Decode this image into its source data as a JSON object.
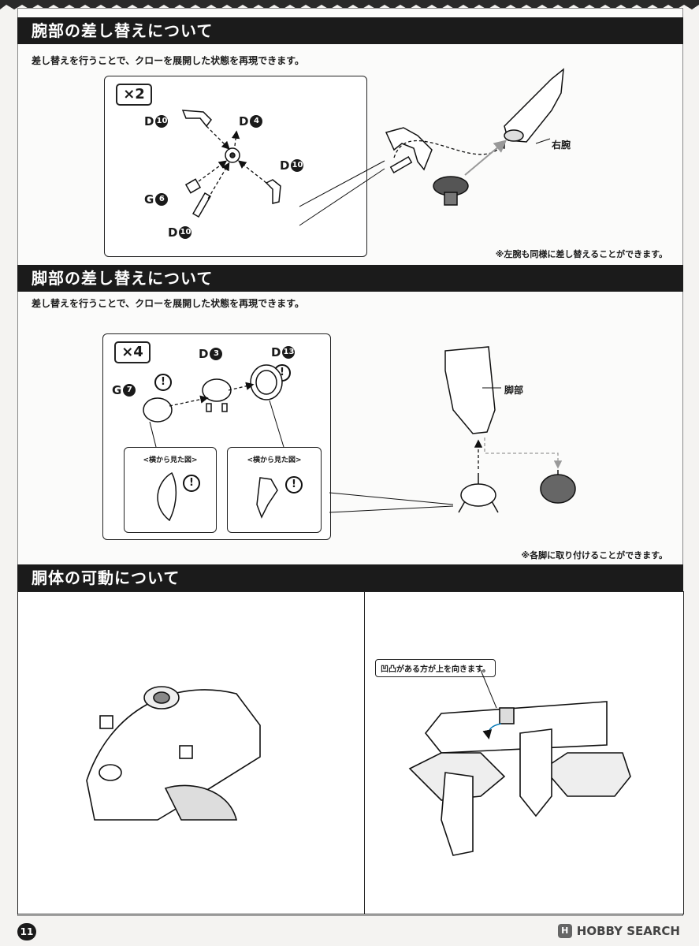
{
  "sections": {
    "arm": {
      "title": "腕部の差し替えについて",
      "intro": "差し替えを行うことで、クローを展開した状態を再現できます。",
      "multiplier": "×2",
      "parts": [
        {
          "letter": "D",
          "num": "10"
        },
        {
          "letter": "D",
          "num": "4"
        },
        {
          "letter": "D",
          "num": "10"
        },
        {
          "letter": "G",
          "num": "6"
        },
        {
          "letter": "D",
          "num": "10"
        }
      ],
      "arm_label": "右腕",
      "note": "※左腕も同様に差し替えることができます。"
    },
    "leg": {
      "title": "脚部の差し替えについて",
      "intro": "差し替えを行うことで、クローを展開した状態を再現できます。",
      "multiplier": "×4",
      "parts": [
        {
          "letter": "D",
          "num": "3"
        },
        {
          "letter": "D",
          "num": "13"
        },
        {
          "letter": "G",
          "num": "7"
        }
      ],
      "side_view_label": "<横から見た図>",
      "leg_label": "脚部",
      "exclamation": "!",
      "note": "※各脚に取り付けることができます。"
    },
    "torso": {
      "title": "胴体の可動について",
      "callout": "凹凸がある方が上を向きます。"
    }
  },
  "footer": {
    "page_number": "11",
    "brand": "HOBBY SEARCH",
    "brand_logo": "H"
  }
}
